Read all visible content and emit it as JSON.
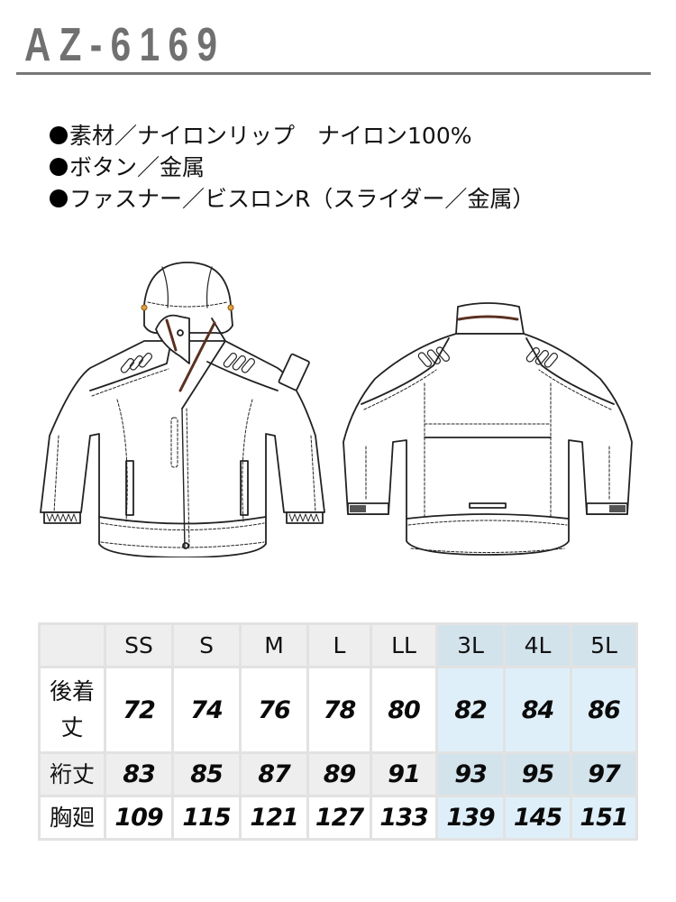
{
  "header": {
    "product_code": "AZ-6169"
  },
  "specs": [
    {
      "label": "素材／ナイロンリップ　ナイロン100%"
    },
    {
      "label": "ボタン／金属"
    },
    {
      "label": "ファスナー／ビスロンR（スライダー／金属）"
    }
  ],
  "illustrations": {
    "front": "jacket-front-illustration",
    "back": "jacket-back-illustration",
    "accent_color": "#e0a040"
  },
  "size_table": {
    "columns": [
      "",
      "SS",
      "S",
      "M",
      "L",
      "LL",
      "3L",
      "4L",
      "5L"
    ],
    "highlight_columns": [
      "3L",
      "4L",
      "5L"
    ],
    "rows": [
      {
        "label": "後着丈",
        "values": [
          "72",
          "74",
          "76",
          "78",
          "80",
          "82",
          "84",
          "86"
        ]
      },
      {
        "label": "裄丈",
        "values": [
          "83",
          "85",
          "87",
          "89",
          "91",
          "93",
          "95",
          "97"
        ]
      },
      {
        "label": "胸廻",
        "values": [
          "109",
          "115",
          "121",
          "127",
          "133",
          "139",
          "145",
          "151"
        ]
      }
    ],
    "colors": {
      "header_bg": "#eeeeee",
      "header_highlight_bg": "#d3e3ec",
      "row_highlight_bg": "#dfeff9",
      "border": "#e2e2e2"
    }
  }
}
